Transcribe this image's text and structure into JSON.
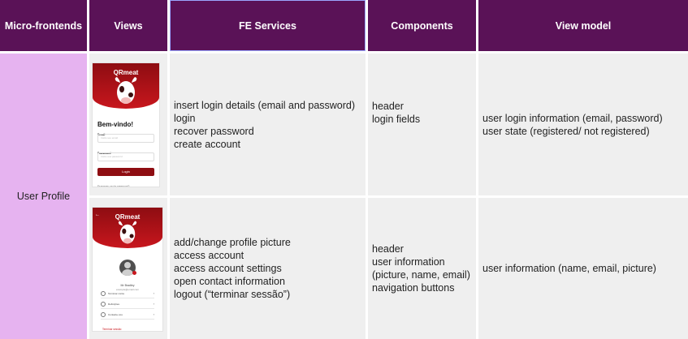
{
  "headers": {
    "micro_frontends": "Micro-frontends",
    "views": "Views",
    "fe_services": "FE Services",
    "components": "Components",
    "view_model": "View model"
  },
  "micro_frontend_name": "User Profile",
  "rows": [
    {
      "fe_services": [
        "insert login details (email and password)",
        "login",
        "recover password",
        "create account"
      ],
      "components": [
        "header",
        "login fields"
      ],
      "view_model": [
        "user login information (email, password)",
        "user state (registered/ not registered)"
      ]
    },
    {
      "fe_services": [
        "add/change profile picture",
        "access account",
        "access account settings",
        "open contact information",
        "logout (“terminar sessão”)"
      ],
      "components": [
        "header",
        "user information",
        "(picture, name, email)",
        "navigation buttons"
      ],
      "view_model": [
        "user information (name, email, picture)"
      ]
    }
  ],
  "mockups": {
    "login": {
      "brand": "QRmeat",
      "welcome": "Bem-vindo!",
      "email_label": "Email",
      "email_placeholder": "Insira seu email",
      "password_label": "Password",
      "password_placeholder": "Insira sua password",
      "login_button": "Login",
      "forgot_link": "Esqueceu-se da password?"
    },
    "profile": {
      "brand": "QRmeat",
      "user_name": "Mr Bradley",
      "user_email": "example@email.com",
      "menu_items": [
        "Terminar conta",
        "Definições",
        "Contacte-nos"
      ],
      "logout_label": "Terminar sessão"
    }
  },
  "colors": {
    "header_bg": "#5a1257",
    "first_column_bg": "#e6b3f0",
    "cell_bg": "#efefef",
    "brand_red": "#c8161d"
  }
}
